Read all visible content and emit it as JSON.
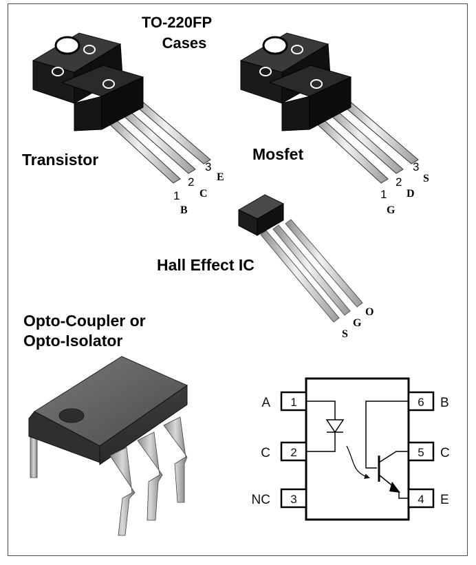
{
  "heading": {
    "line1": "TO-220FP",
    "line2": "Cases"
  },
  "transistor": {
    "label": "Transistor",
    "pins": [
      {
        "number": "1",
        "letter": "B"
      },
      {
        "number": "2",
        "letter": "C"
      },
      {
        "number": "3",
        "letter": "E"
      }
    ]
  },
  "mosfet": {
    "label": "Mosfet",
    "pins": [
      {
        "number": "1",
        "letter": "G"
      },
      {
        "number": "2",
        "letter": "D"
      },
      {
        "number": "3",
        "letter": "S"
      }
    ]
  },
  "hall": {
    "label": "Hall Effect IC",
    "pins": [
      {
        "letter": "S"
      },
      {
        "letter": "G"
      },
      {
        "letter": "O"
      }
    ]
  },
  "opto": {
    "label_line1": "Opto-Coupler or",
    "label_line2": "Opto-Isolator"
  },
  "schematic": {
    "left_pins": [
      {
        "number": "1",
        "name": "A"
      },
      {
        "number": "2",
        "name": "C"
      },
      {
        "number": "3",
        "name": "NC"
      }
    ],
    "right_pins": [
      {
        "number": "6",
        "name": "B"
      },
      {
        "number": "5",
        "name": "C"
      },
      {
        "number": "4",
        "name": "E"
      }
    ]
  }
}
